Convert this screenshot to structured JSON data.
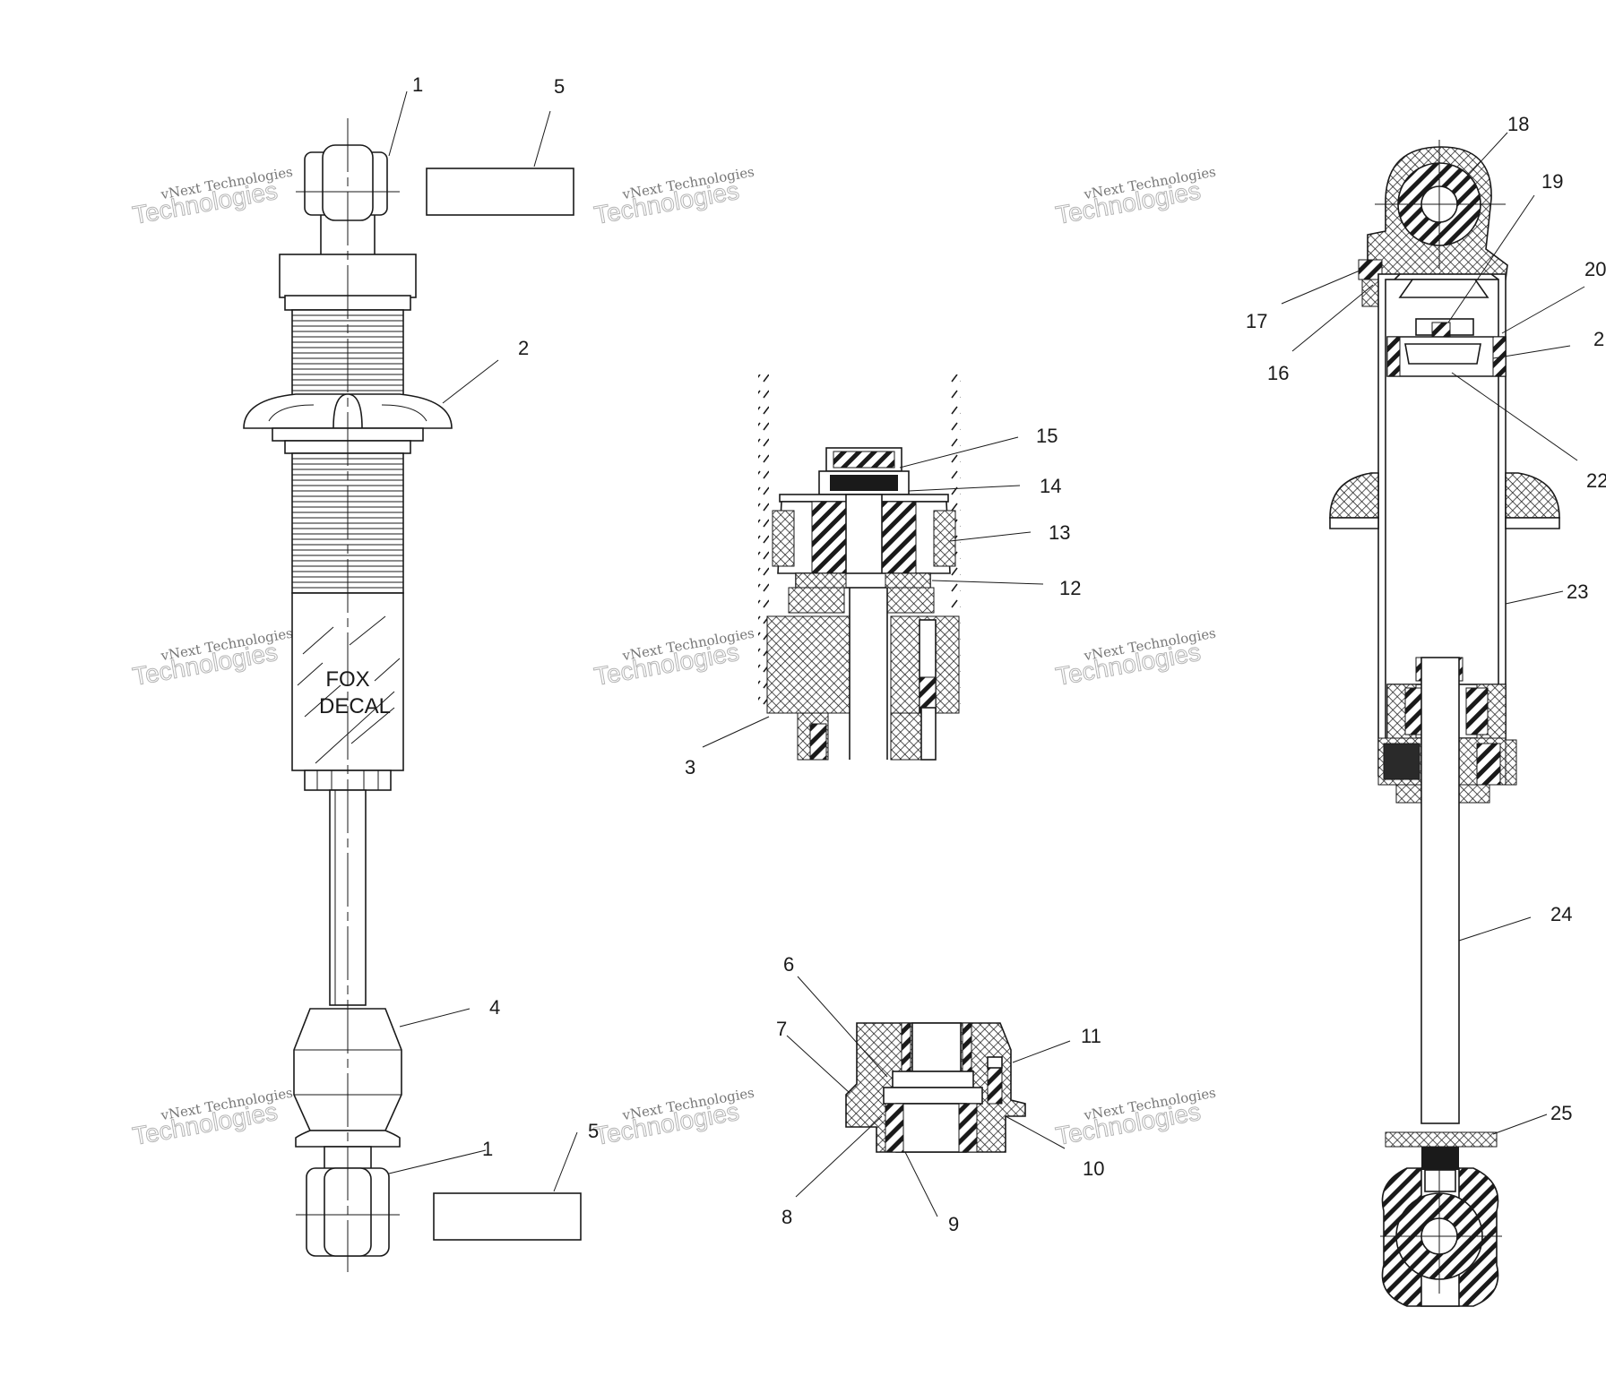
{
  "callouts": [
    {
      "id": "1",
      "label": "1"
    },
    {
      "id": "2",
      "label": "2"
    },
    {
      "id": "3",
      "label": "3"
    },
    {
      "id": "4",
      "label": "4"
    },
    {
      "id": "5",
      "label": "5"
    },
    {
      "id": "6",
      "label": "6"
    },
    {
      "id": "7",
      "label": "7"
    },
    {
      "id": "8",
      "label": "8"
    },
    {
      "id": "9",
      "label": "9"
    },
    {
      "id": "10",
      "label": "10"
    },
    {
      "id": "11",
      "label": "11"
    },
    {
      "id": "12",
      "label": "12"
    },
    {
      "id": "13",
      "label": "13"
    },
    {
      "id": "14",
      "label": "14"
    },
    {
      "id": "15",
      "label": "15"
    },
    {
      "id": "16",
      "label": "16"
    },
    {
      "id": "17",
      "label": "17"
    },
    {
      "id": "18",
      "label": "18"
    },
    {
      "id": "19",
      "label": "19"
    },
    {
      "id": "20",
      "label": "20"
    },
    {
      "id": "21",
      "label": "2"
    },
    {
      "id": "22",
      "label": "22"
    },
    {
      "id": "23",
      "label": "23"
    },
    {
      "id": "24",
      "label": "24"
    },
    {
      "id": "25",
      "label": "25"
    }
  ],
  "decal": {
    "line1": "FOX",
    "line2": "DECAL"
  },
  "watermark": {
    "small": "vNext Technologies",
    "big": "Technologies",
    "brand": "vNext"
  }
}
